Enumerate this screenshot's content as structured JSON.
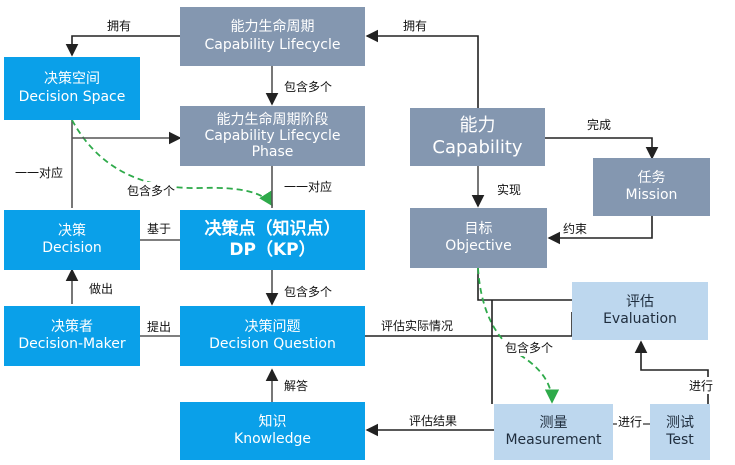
{
  "nodes": {
    "capability_lifecycle": {
      "zh": "能力生命周期",
      "en": "Capability Lifecycle"
    },
    "lifecycle_phase": {
      "zh": "能力生命周期阶段",
      "en1": "Capability Lifecycle",
      "en2": "Phase"
    },
    "capability": {
      "zh": "能力",
      "en": "Capability"
    },
    "mission": {
      "zh": "任务",
      "en": "Mission"
    },
    "objective": {
      "zh": "目标",
      "en": "Objective"
    },
    "decision_space": {
      "zh": "决策空间",
      "en": "Decision Space"
    },
    "decision": {
      "zh": "决策",
      "en": "Decision"
    },
    "decision_point": {
      "zh": "决策点（知识点）",
      "en": "DP（KP）"
    },
    "decision_maker": {
      "zh": "决策者",
      "en": "Decision-Maker"
    },
    "decision_question": {
      "zh": "决策问题",
      "en": "Decision Question"
    },
    "knowledge": {
      "zh": "知识",
      "en": "Knowledge"
    },
    "evaluation": {
      "zh": "评估",
      "en": "Evaluation"
    },
    "measurement": {
      "zh": "测量",
      "en": "Measurement"
    },
    "test": {
      "zh": "测试",
      "en": "Test"
    }
  },
  "edges": {
    "own_left": "拥有",
    "own_right": "拥有",
    "contain_many_phase": "包含多个",
    "contain_many_dp": "包含多个",
    "contain_many_question": "包含多个",
    "contain_many_measure": "包含多个",
    "one_to_one_left": "一一对应",
    "one_to_one_dp": "一一对应",
    "complete": "完成",
    "realize": "实现",
    "constrain": "约束",
    "based_on": "基于",
    "make": "做出",
    "propose": "提出",
    "answer": "解答",
    "evaluate_actual": "评估实际情况",
    "evaluate_result": "评估结果",
    "perform_1": "进行",
    "perform_2": "进行"
  }
}
